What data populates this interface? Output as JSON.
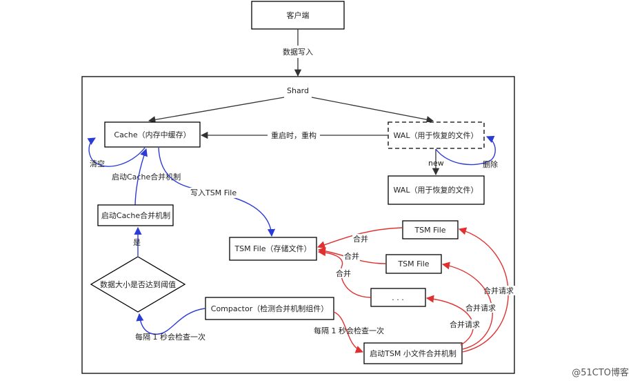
{
  "nodes": {
    "client": "客户端",
    "shard": "Shard",
    "cache": "Cache（内存中缓存）",
    "wal": "WAL（用于恢复的文件）",
    "wal_new": "WAL（用于恢复的文件）",
    "start_merge": "启动Cache合并机制",
    "decision": "数据大小是否达到阈值",
    "tsm_store": "TSM File（存储文件）",
    "tsm1": "TSM File",
    "tsm2": "TSM File",
    "dots": ". . .",
    "compactor": "Compactor（检测合并机制组件）",
    "small_merge": "启动TSM 小文件合并机制"
  },
  "edges": {
    "data_write": "数据写入",
    "restart_rebuild": "重启时，重构",
    "new": "new",
    "delete": "删除",
    "clear": "清空",
    "start_cache_merge": "启动Cache合并机制",
    "write_tsm": "写入TSM File",
    "yes": "是",
    "merge1": "合并",
    "merge2": "合并",
    "merge3": "合并",
    "merge_req1": "合并请求",
    "merge_req2": "合并请求",
    "merge_req3": "合并请求",
    "check_every_sec_left": "每隔 1 秒会检查一次",
    "check_every_sec_right": "每隔 1 秒会检查一次"
  },
  "watermark": "@51CTO博客",
  "colors": {
    "blue": "#2b3bd6",
    "red": "#e03030",
    "black": "#000000"
  }
}
